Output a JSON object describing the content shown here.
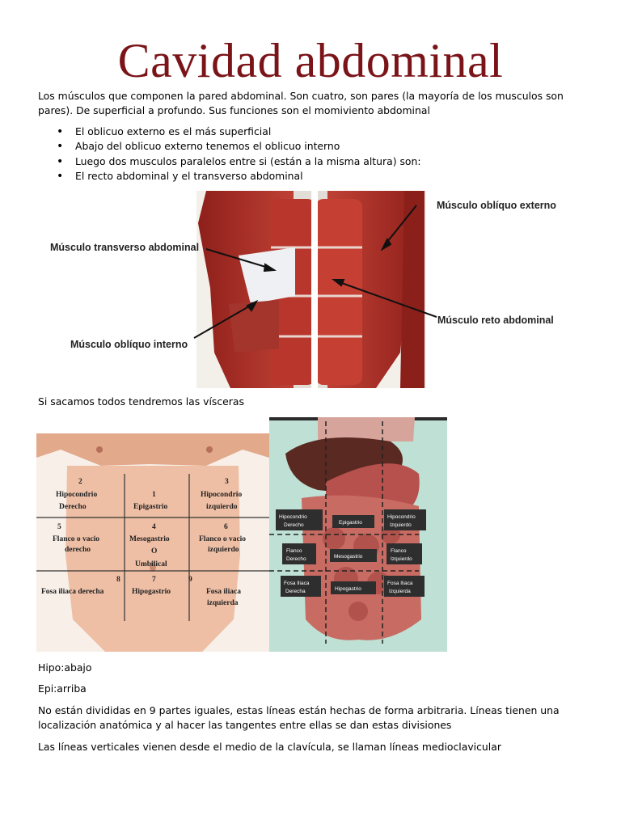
{
  "title": "Cavidad abdominal",
  "intro": "Los músculos que componen la pared abdominal. Son cuatro, son pares (la mayoría de los musculos son pares). De superficial a profundo. Sus funciones son el momiviento abdominal",
  "bullets": [
    "El oblicuo externo es el más superficial",
    "Abajo del oblicuo externo tenemos el oblicuo interno",
    "Luego dos musculos paralelos entre si (están a la misma altura) son:",
    "El recto abdominal y el transverso abdominal"
  ],
  "muscle_figure": {
    "labels": {
      "externo": "Músculo oblíquo externo",
      "transverso": "Músculo transverso abdominal",
      "reto": "Músculo reto abdominal",
      "interno": "Músculo oblíquo interno"
    }
  },
  "viscera_intro": "Si sacamos todos tendremos las vísceras",
  "regions_figure": {
    "cells": [
      {
        "num": "2",
        "l1": "Hipocondrio",
        "l2": "Derecho",
        "l3": ""
      },
      {
        "num": "1",
        "l1": "Epigastrio",
        "l2": "",
        "l3": ""
      },
      {
        "num": "3",
        "l1": "Hipocondrio",
        "l2": "izquierdo",
        "l3": ""
      },
      {
        "num": "5",
        "l1": "Flanco o vacio",
        "l2": "derecho",
        "l3": ""
      },
      {
        "num": "4",
        "l1": "Mesogastrio",
        "l2": "O",
        "l3": "Umbilical"
      },
      {
        "num": "6",
        "l1": "Flanco o vacio",
        "l2": "izquierdo",
        "l3": ""
      },
      {
        "num": "8",
        "l1": "Fosa iliaca derecha",
        "l2": "",
        "l3": ""
      },
      {
        "num": "7",
        "l1": "Hipogastrio",
        "l2": "",
        "l3": ""
      },
      {
        "num": "9",
        "l1": "Fosa iliaca",
        "l2": "izquierda",
        "l3": ""
      }
    ]
  },
  "organs_figure": {
    "boxes": [
      {
        "l1": "Hipocondrio",
        "l2": "Derecho"
      },
      {
        "l1": "Epigastrio",
        "l2": ""
      },
      {
        "l1": "Hipocondrio",
        "l2": "Izquierdo"
      },
      {
        "l1": "Flanco",
        "l2": "Derecho"
      },
      {
        "l1": "Mesogastrio",
        "l2": ""
      },
      {
        "l1": "Flanco",
        "l2": "Izquierdo"
      },
      {
        "l1": "Fosa Iliaca",
        "l2": "Derecha"
      },
      {
        "l1": "Hipogastrio",
        "l2": ""
      },
      {
        "l1": "Fosa Iliaca",
        "l2": "Izquierda"
      }
    ]
  },
  "hipo": "Hipo:abajo",
  "epi": "Epi:arriba",
  "para1": "No están divididas en 9 partes iguales, estas líneas están hechas de forma arbitraria. Líneas tienen una localización anatómica y al hacer las tangentes entre ellas se dan estas divisiones",
  "para2": "Las líneas verticales vienen desde el medio de la clavícula, se llaman líneas medioclavicular"
}
